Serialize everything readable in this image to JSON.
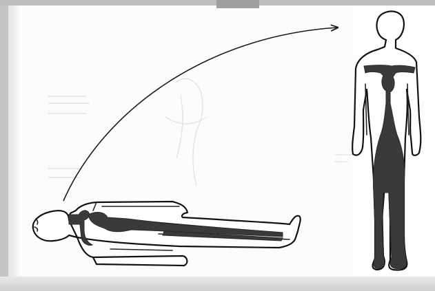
{
  "figure": {
    "arrow": "curved-arrow-from-supine-to-standing",
    "figures": [
      "supine-body",
      "standing-body"
    ],
    "colors": {
      "ink": "#111111",
      "pooled_blood": "#3a3a3a",
      "paper": "#fdfdfd"
    }
  }
}
